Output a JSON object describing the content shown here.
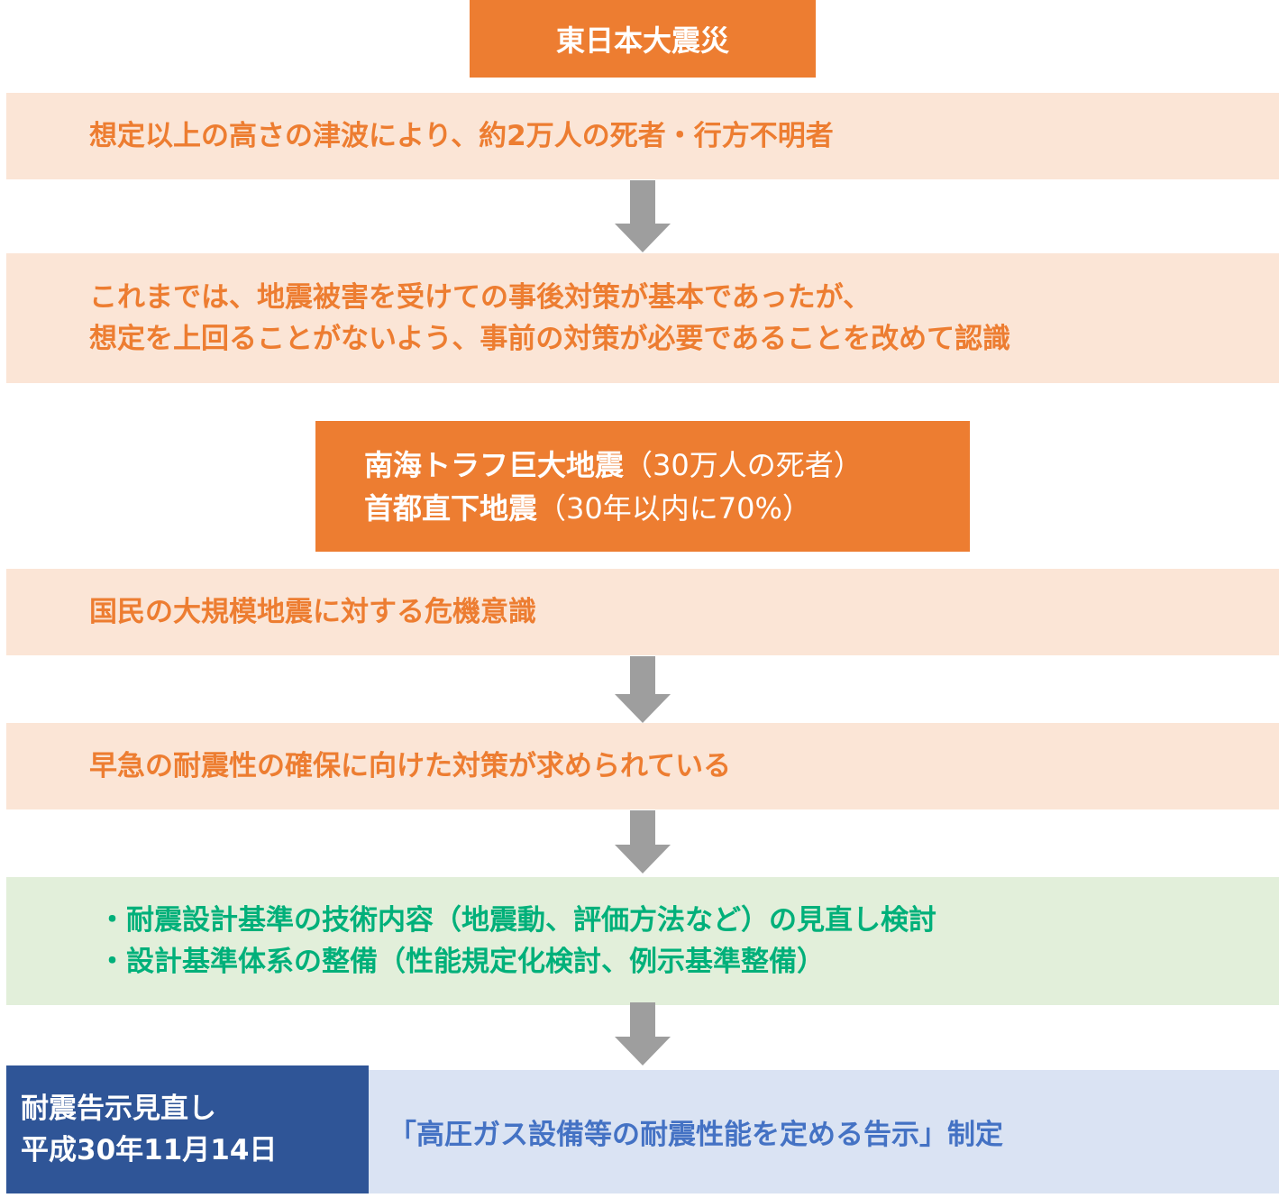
{
  "title_box": {
    "label": "東日本大震災"
  },
  "steps": [
    {
      "lines": [
        "想定以上の高さの津波により、約2万人の死者・行方不明者"
      ]
    },
    {
      "lines": [
        "これまでは、地震被害を受けての事後対策が基本であったが、",
        "想定を上回ることがないよう、事前の対策が必要であることを改めて認識"
      ]
    }
  ],
  "quake_box": {
    "items": [
      {
        "name": "南海トラフ巨大地震",
        "note": "（30万人の死者）"
      },
      {
        "name": "首都直下地震",
        "note": "（30年以内に70%）"
      }
    ]
  },
  "steps2": [
    {
      "lines": [
        "国民の大規模地震に対する危機意識"
      ]
    },
    {
      "lines": [
        "早急の耐震性の確保に向けた対策が求められている"
      ]
    }
  ],
  "actions": {
    "lines": [
      "・耐震設計基準の技術内容（地震動、評価方法など）の見直し検討",
      "・設計基準体系の整備（性能規定化検討、例示基準整備）"
    ]
  },
  "result": {
    "label_lines": [
      "耐震告示見直し",
      "平成30年11月14日"
    ],
    "text": "「高圧ガス設備等の耐震性能を定める告示」制定"
  },
  "colors": {
    "orange": "#ed7d31",
    "peach": "#fbe5d6",
    "green_bg": "#e2efda",
    "green_text": "#00b07a",
    "navy": "#2f5597",
    "light_blue": "#dae3f3",
    "blue_text": "#4472c4",
    "arrow": "#9e9e9e"
  }
}
